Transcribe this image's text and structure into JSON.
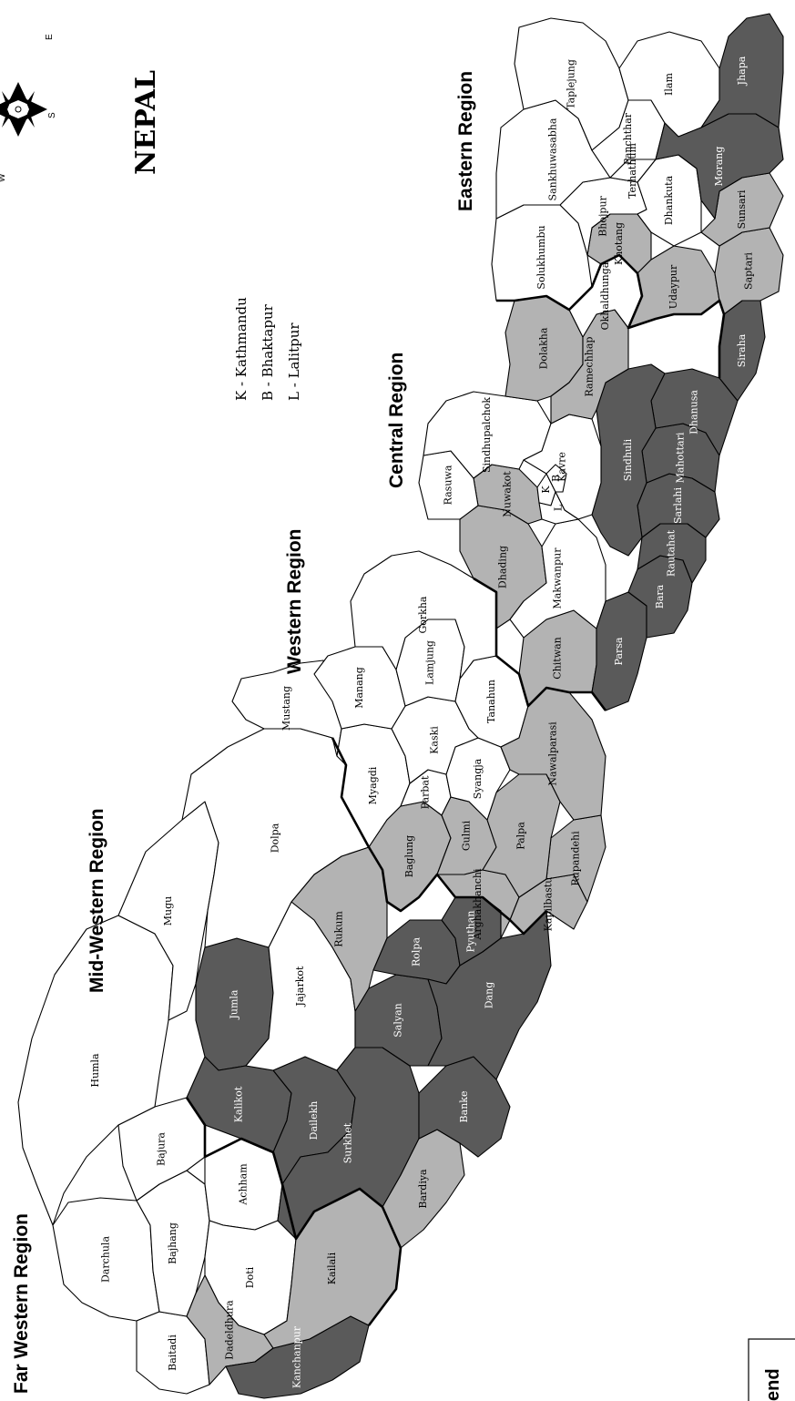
{
  "title": "NEPAL",
  "compass": {
    "labels": [
      "E",
      "S",
      "W"
    ]
  },
  "regions": [
    {
      "id": "far-western",
      "label": "Far Western Region"
    },
    {
      "id": "mid-western",
      "label": "Mid-Western Region"
    },
    {
      "id": "western",
      "label": "Western Region"
    },
    {
      "id": "central",
      "label": "Central Region"
    },
    {
      "id": "eastern",
      "label": "Eastern Region"
    }
  ],
  "key": [
    "K - Kathmandu",
    "B - Bhaktapur",
    "L - Lalitpur"
  ],
  "legend": {
    "title": "end"
  },
  "fill_colors": {
    "white": "#ffffff",
    "light": "#b3b3b3",
    "dark": "#5a5a5a"
  },
  "districts": [
    {
      "name": "Darchula",
      "shade": "white"
    },
    {
      "name": "Baitadi",
      "shade": "white"
    },
    {
      "name": "Bajhang",
      "shade": "white"
    },
    {
      "name": "Bajura",
      "shade": "white"
    },
    {
      "name": "Achham",
      "shade": "white"
    },
    {
      "name": "Doti",
      "shade": "white"
    },
    {
      "name": "Dadeldhura",
      "shade": "light"
    },
    {
      "name": "Kanchanpur",
      "shade": "dark"
    },
    {
      "name": "Kailali",
      "shade": "light"
    },
    {
      "name": "Humla",
      "shade": "white"
    },
    {
      "name": "Mugu",
      "shade": "white"
    },
    {
      "name": "Jumla",
      "shade": "dark"
    },
    {
      "name": "Kalikot",
      "shade": "dark"
    },
    {
      "name": "Dailekh",
      "shade": "dark"
    },
    {
      "name": "Jajarkot",
      "shade": "white"
    },
    {
      "name": "Surkhet",
      "shade": "dark"
    },
    {
      "name": "Bardiya",
      "shade": "light"
    },
    {
      "name": "Banke",
      "shade": "dark"
    },
    {
      "name": "Salyan",
      "shade": "dark"
    },
    {
      "name": "Rukum",
      "shade": "light"
    },
    {
      "name": "Dolpa",
      "shade": "white"
    },
    {
      "name": "Rolpa",
      "shade": "dark"
    },
    {
      "name": "Pyuthan",
      "shade": "dark"
    },
    {
      "name": "Dang",
      "shade": "dark"
    },
    {
      "name": "Mustang",
      "shade": "white"
    },
    {
      "name": "Myagdi",
      "shade": "white"
    },
    {
      "name": "Baglung",
      "shade": "light"
    },
    {
      "name": "Parbat",
      "shade": "white"
    },
    {
      "name": "Gulmi",
      "shade": "light"
    },
    {
      "name": "Arghakhanchi",
      "shade": "light"
    },
    {
      "name": "Kapilbastu",
      "shade": "light"
    },
    {
      "name": "Rupandehi",
      "shade": "light"
    },
    {
      "name": "Palpa",
      "shade": "light"
    },
    {
      "name": "Syangja",
      "shade": "white"
    },
    {
      "name": "Kaski",
      "shade": "white"
    },
    {
      "name": "Manang",
      "shade": "white"
    },
    {
      "name": "Lamjung",
      "shade": "white"
    },
    {
      "name": "Tanahun",
      "shade": "white"
    },
    {
      "name": "Gorkha",
      "shade": "white"
    },
    {
      "name": "Nawalparasi",
      "shade": "light"
    },
    {
      "name": "Chitwan",
      "shade": "light"
    },
    {
      "name": "Dhading",
      "shade": "light"
    },
    {
      "name": "Nuwakot",
      "shade": "light"
    },
    {
      "name": "Rasuwa",
      "shade": "white"
    },
    {
      "name": "Makwanpur",
      "shade": "white"
    },
    {
      "name": "Parsa",
      "shade": "dark"
    },
    {
      "name": "Bara",
      "shade": "dark"
    },
    {
      "name": "Rautahat",
      "shade": "dark"
    },
    {
      "name": "Sarlahi",
      "shade": "dark"
    },
    {
      "name": "Mahottari",
      "shade": "dark"
    },
    {
      "name": "Dhanusa",
      "shade": "dark"
    },
    {
      "name": "Sindhuli",
      "shade": "dark"
    },
    {
      "name": "Sindhupalchok",
      "shade": "white"
    },
    {
      "name": "Kavre",
      "shade": "white"
    },
    {
      "name": "Dolakha",
      "shade": "light"
    },
    {
      "name": "Ramechhap",
      "shade": "light"
    },
    {
      "name": "K",
      "shade": "white"
    },
    {
      "name": "B",
      "shade": "white"
    },
    {
      "name": "L",
      "shade": "white"
    },
    {
      "name": "Solukhumbu",
      "shade": "white"
    },
    {
      "name": "Okhaldhunga",
      "shade": "white"
    },
    {
      "name": "Khotang",
      "shade": "light"
    },
    {
      "name": "Udaypur",
      "shade": "light"
    },
    {
      "name": "Siraha",
      "shade": "dark"
    },
    {
      "name": "Saptari",
      "shade": "light"
    },
    {
      "name": "Sunsari",
      "shade": "light"
    },
    {
      "name": "Bhojpur",
      "shade": "white"
    },
    {
      "name": "Dhankuta",
      "shade": "white"
    },
    {
      "name": "Sankhuwasabha",
      "shade": "white"
    },
    {
      "name": "Terhathum",
      "shade": "white"
    },
    {
      "name": "Taplejung",
      "shade": "white"
    },
    {
      "name": "Panchthar",
      "shade": "white"
    },
    {
      "name": "Ilam",
      "shade": "white"
    },
    {
      "name": "Morang",
      "shade": "dark"
    },
    {
      "name": "Jhapa",
      "shade": "dark"
    }
  ]
}
